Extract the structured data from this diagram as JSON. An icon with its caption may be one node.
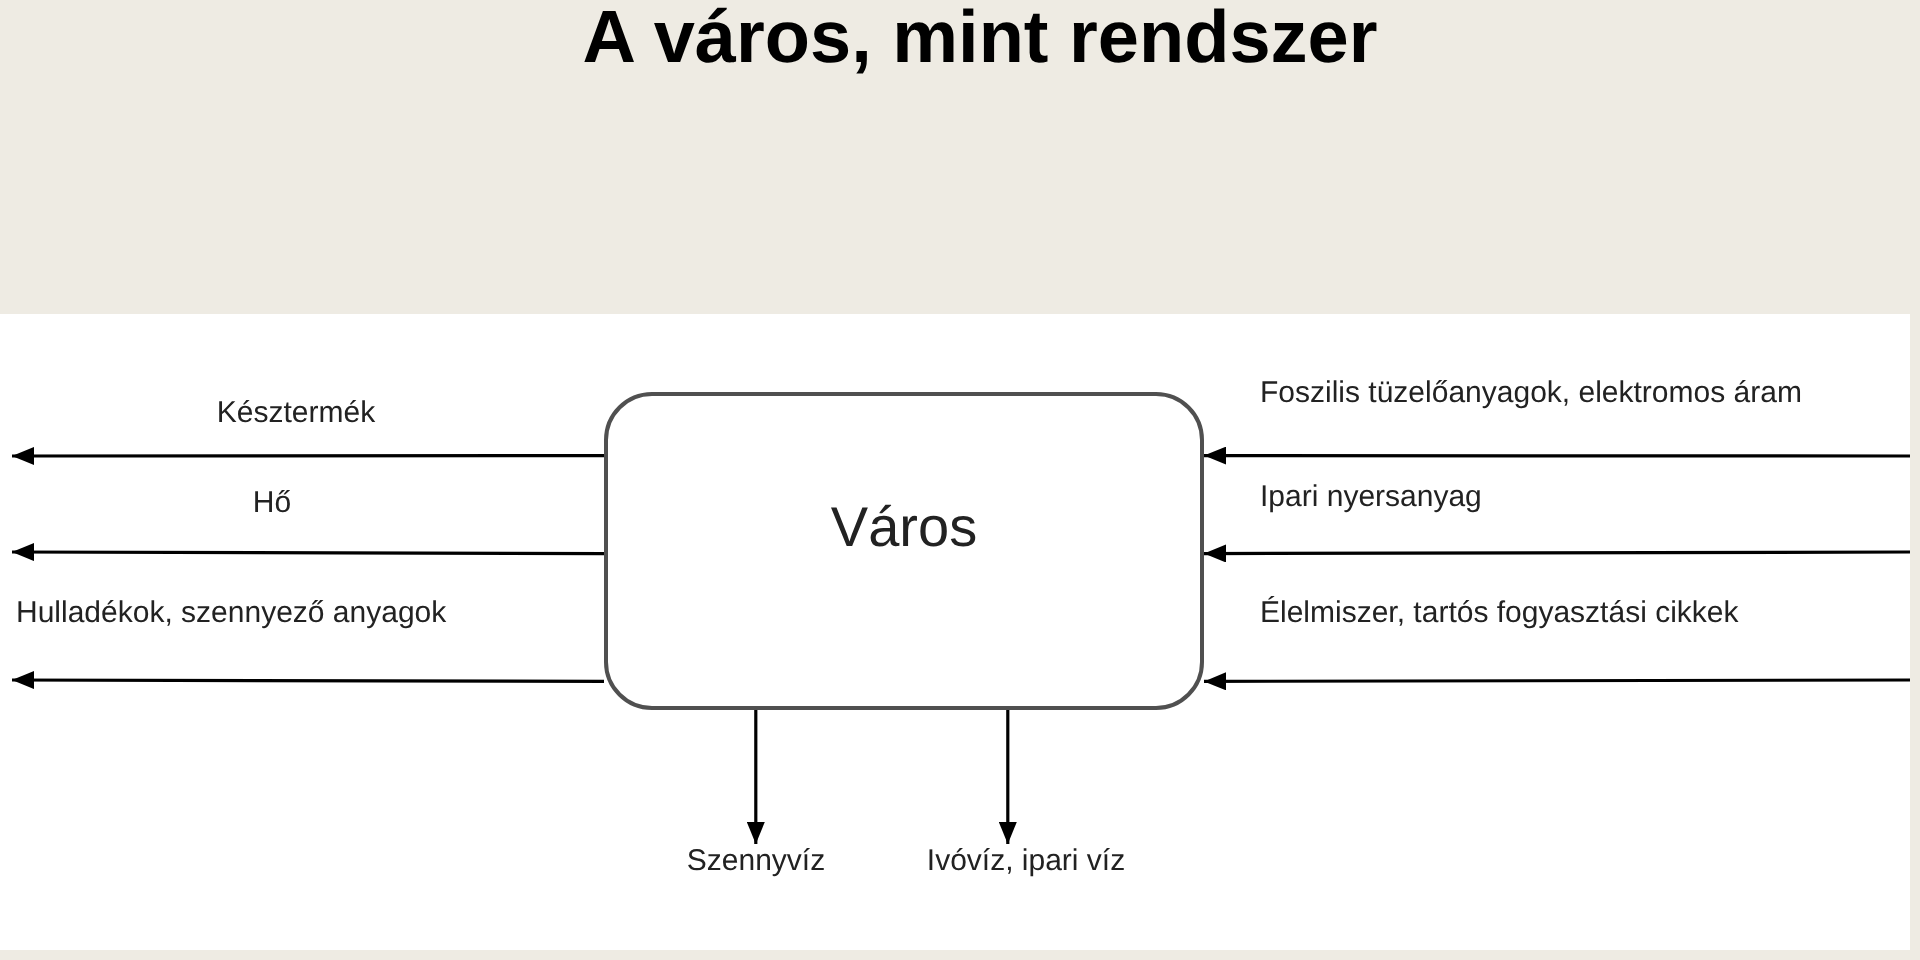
{
  "diagram": {
    "title": "A város, mint rendszer",
    "nodes": [
      {
        "text": [
          "Város"
        ]
      },
      {
        "text": [
          "Szennyvíz"
        ]
      },
      {
        "text": [
          "Ivóvíz, ipari víz"
        ]
      }
    ],
    "edges": [
      {
        "from": 0,
        "to": null,
        "arrow": "to",
        "label": "Késztermék"
      },
      {
        "from": 0,
        "to": null,
        "arrow": "to",
        "label": "Hő"
      },
      {
        "from": 0,
        "to": null,
        "arrow": "to",
        "label": "Hulladékok, szennyező anyagok"
      },
      {
        "from": null,
        "to": 0,
        "arrow": "to",
        "label": "Foszilis tüzelőanyagok, elektromos áram"
      },
      {
        "from": null,
        "to": 0,
        "arrow": "to",
        "label": "Ipari nyersanyag"
      },
      {
        "from": null,
        "to": 0,
        "arrow": "to",
        "label": "Élelmiszer, tartós fogyasztási cikkek"
      },
      {
        "from": 0,
        "to": 1,
        "arrow": "to"
      },
      {
        "from": 0,
        "to": 2,
        "arrow": "to"
      }
    ]
  }
}
